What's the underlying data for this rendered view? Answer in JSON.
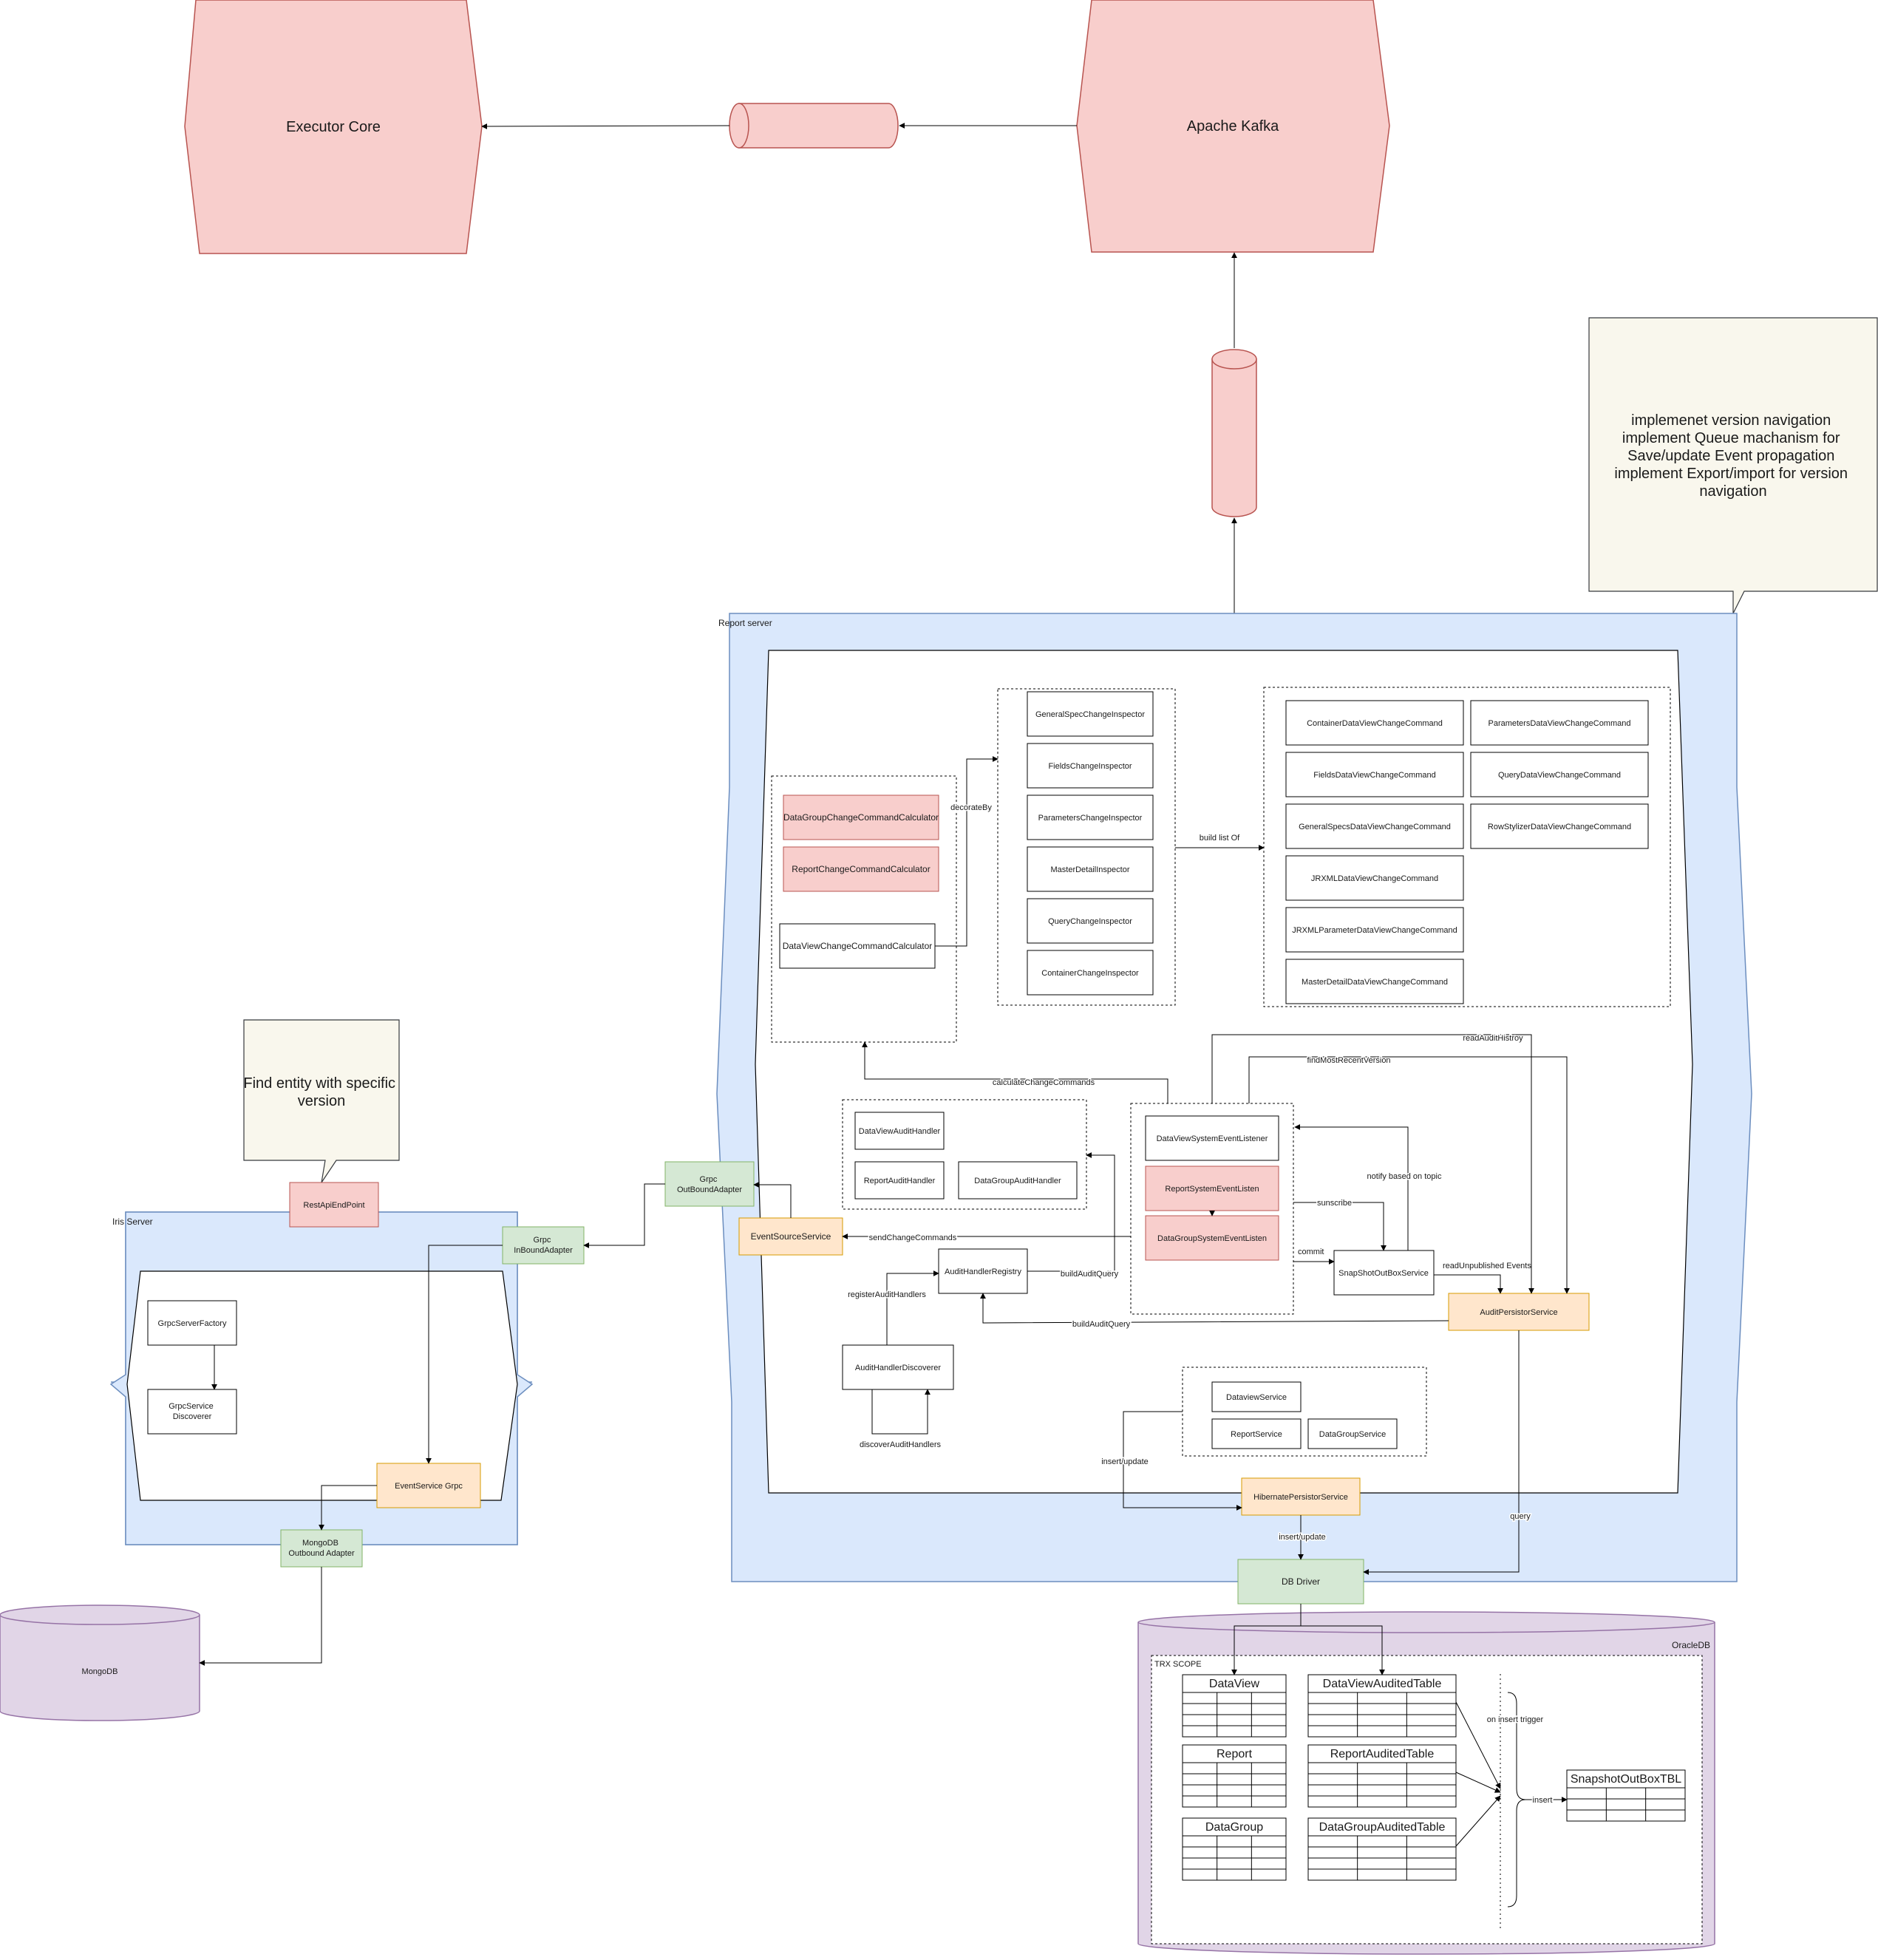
{
  "top": {
    "executor_core": "Executor Core",
    "apache_kafka": "Apache Kafka"
  },
  "note_version": {
    "lines": [
      "implemenet version navigation",
      "implement Queue machanism for",
      "Save/update Event propagation",
      "implement Export/import for version",
      "navigation"
    ]
  },
  "note_find": {
    "lines": [
      "Find entity with specific",
      "version"
    ]
  },
  "report_server": {
    "title": "Report server",
    "calculators": [
      "DataGroupChangeCommandCalculator",
      "ReportChangeCommandCalculator",
      "DataViewChangeCommandCalculator"
    ],
    "inspectors": [
      "GeneralSpecChangeInspector",
      "FieldsChangeInspector",
      "ParametersChangeInspector",
      "MasterDetailInspector",
      "QueryChangeInspector",
      "ContainerChangeInspector"
    ],
    "commands_left": [
      "ContainerDataViewChangeCommand",
      "FieldsDataViewChangeCommand",
      "GeneralSpecsDataViewChangeCommand",
      "JRXMLDataViewChangeCommand",
      "JRXMLParameterDataViewChangeCommand",
      "MasterDetailDataViewChangeCommand"
    ],
    "commands_right": [
      "ParametersDataViewChangeCommand",
      "QueryDataViewChangeCommand",
      "RowStylizerDataViewChangeCommand"
    ],
    "audit_handlers": {
      "dataview": "DataViewAuditHandler",
      "report": "ReportAuditHandler",
      "datagroup": "DataGroupAuditHandler"
    },
    "listeners": {
      "dataview": "DataViewSystemEventListener",
      "report": "ReportSystemEventListen",
      "datagroup": "DataGroupSystemEventListen"
    },
    "registry": "AuditHandlerRegistry",
    "discoverer": "AuditHandlerDiscoverer",
    "event_source": "EventSourceService",
    "snapshot_outbox": "SnapShotOutBoxService",
    "audit_persistor": "AuditPersistorService",
    "hibernate_persistor": "HibernatePersistorService",
    "db_driver": "DB Driver",
    "services": {
      "dataview": "DataviewService",
      "report": "ReportService",
      "datagroup": "DataGroupService"
    },
    "grpc_out": "Grpc\nOutBoundAdapter",
    "edges": {
      "decorate_by": "decorateBy",
      "build_list_of": "build list Of",
      "calculate_change_commands": "calculateChangeCommands",
      "send_change_commands": "sendChangeCommands",
      "build_audit_query_1": "buildAuditQuery",
      "build_audit_query_2": "buildAuditQuery",
      "register_audit_handlers": "registerAuditHandlers",
      "discover_audit_handlers": "discoverAuditHandlers",
      "read_audit_histroy": "readAuditHistroy",
      "find_most_recent_version": "findMostRecentVersion",
      "notify_based_on_topic": "notify based on topic",
      "subscribe": "sunscribe",
      "commit": "commit",
      "read_unpublished_events": "readUnpublished Events",
      "insert_update_1": "insert/update",
      "insert_update_2": "insert/update",
      "query": "query"
    }
  },
  "iris_server": {
    "title": "Iris Server",
    "rest_api": "RestApiEndPoint",
    "grpc_in": "Grpc\nInBoundAdapter",
    "grpc_server_factory": "GrpcServerFactory",
    "grpc_service_discoverer": "GrpcService\nDiscoverer",
    "event_service_grpc": "EventService Grpc",
    "mongo_adapter": "MongoDB\nOutbound Adapter",
    "mongodb": "MongoDB"
  },
  "oracle": {
    "title": "OracleDB",
    "trx_scope": "TRX SCOPE",
    "tables_left": [
      "DataView",
      "Report",
      "DataGroup"
    ],
    "tables_mid": [
      "DataViewAuditedTable",
      "ReportAuditedTable",
      "DataGroupAuditedTable"
    ],
    "snapshot_table": "SnapshotOutBoxTBL",
    "on_insert_trigger": "on insert trigger",
    "insert": "insert"
  },
  "colors": {
    "pink_fill": "#f8cecc",
    "pink_stroke": "#b85450",
    "blue_fill": "#dae8fc",
    "blue_stroke": "#6c8ebf",
    "green_fill": "#d5e8d4",
    "green_stroke": "#82b366",
    "orange_fill": "#ffe6cc",
    "orange_stroke": "#d79b00",
    "purple_fill": "#e1d5e7",
    "purple_stroke": "#9673a6",
    "note_fill": "#f9f7ed",
    "note_stroke": "#36393d"
  }
}
